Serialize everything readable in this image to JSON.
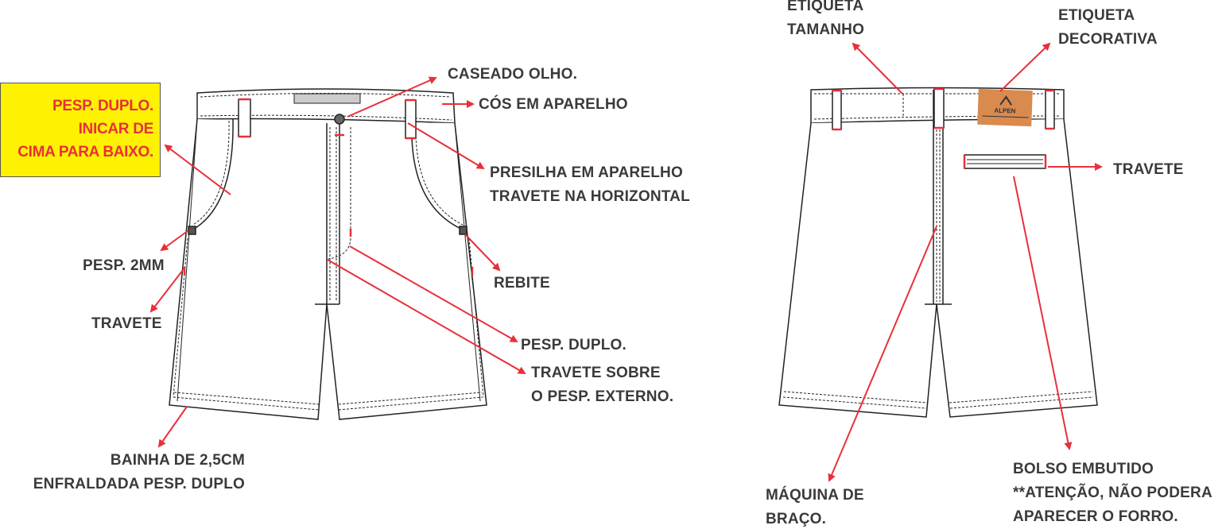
{
  "colors": {
    "arrow": "#e8303a",
    "note_bg": "#fff200",
    "text": "#3a3a3a",
    "tag": "#d98a4e"
  },
  "note": {
    "lines": [
      "PESP. DUPLO.",
      "INICAR DE",
      "CIMA PARA BAIXO."
    ]
  },
  "front": {
    "caseado": "CASEADO OLHO.",
    "cos": "CÓS EM APARELHO",
    "presilha": [
      "PRESILHA EM APARELHO",
      "TRAVETE NA HORIZONTAL"
    ],
    "rebite": "REBITE",
    "pesp_duplo": "PESP. DUPLO.",
    "travete_sobre": [
      "TRAVETE SOBRE",
      "O PESP. EXTERNO."
    ],
    "pesp_2mm": "PESP. 2MM",
    "travete": "TRAVETE",
    "bainha": [
      "BAINHA DE 2,5CM",
      "ENFRALDADA PESP. DUPLO"
    ]
  },
  "back": {
    "etiqueta_tamanho": [
      "ETIQUETA",
      "TAMANHO"
    ],
    "etiqueta_decorativa": [
      "ETIQUETA",
      "DECORATIVA"
    ],
    "travete": "TRAVETE",
    "bolso": [
      "BOLSO EMBUTIDO",
      "**ATENÇÃO, NÃO PODERA",
      "APARECER O FORRO."
    ],
    "maquina": [
      "MÁQUINA DE",
      "BRAÇO."
    ],
    "tag_brand": "ALPEN"
  }
}
